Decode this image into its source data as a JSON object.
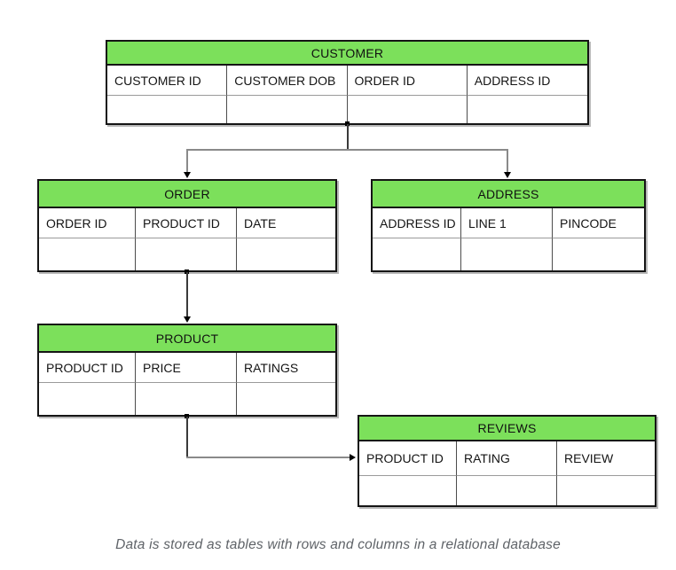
{
  "diagram": {
    "type": "entity-relationship",
    "tables": [
      {
        "name": "CUSTOMER",
        "columns": [
          "CUSTOMER ID",
          "CUSTOMER DOB",
          "ORDER ID",
          "ADDRESS ID"
        ]
      },
      {
        "name": "ORDER",
        "columns": [
          "ORDER ID",
          "PRODUCT ID",
          "DATE"
        ]
      },
      {
        "name": "ADDRESS",
        "columns": [
          "ADDRESS ID",
          "LINE 1",
          "PINCODE"
        ]
      },
      {
        "name": "PRODUCT",
        "columns": [
          "PRODUCT ID",
          "PRICE",
          "RATINGS"
        ]
      },
      {
        "name": "REVIEWS",
        "columns": [
          "PRODUCT ID",
          "RATING",
          "REVIEW"
        ]
      }
    ],
    "relationships": [
      {
        "from": "CUSTOMER",
        "to": "ORDER"
      },
      {
        "from": "CUSTOMER",
        "to": "ADDRESS"
      },
      {
        "from": "ORDER",
        "to": "PRODUCT"
      },
      {
        "from": "PRODUCT",
        "to": "REVIEWS"
      }
    ],
    "caption": "Data is stored as tables with rows and columns in a relational database",
    "colors": {
      "header_green": "#7ce05b",
      "outer_border": "#151515",
      "inner_grid_line": "#4c4c4c",
      "row_divider": "#9a9a9a",
      "connector_gray": "#8a8a8a",
      "caption_gray": "#5f6368"
    }
  }
}
